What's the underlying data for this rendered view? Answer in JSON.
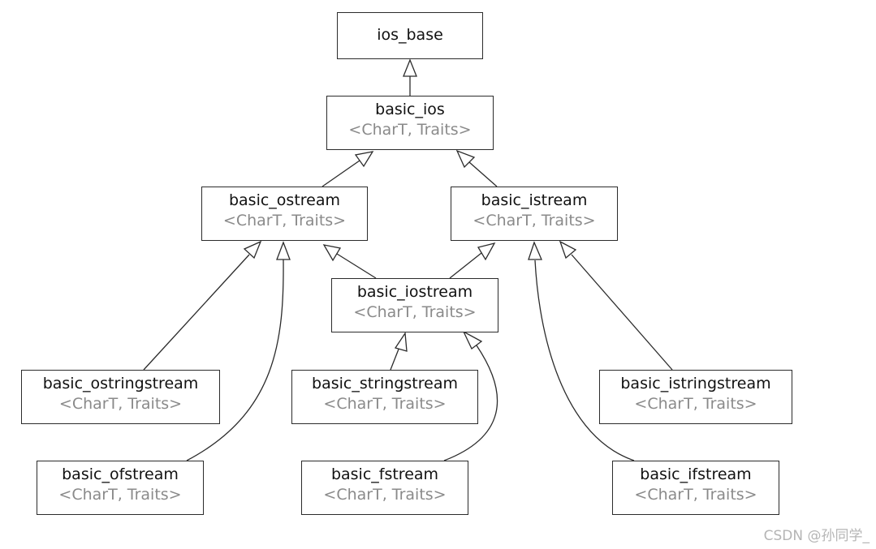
{
  "nodes": {
    "ios_base": {
      "name": "ios_base"
    },
    "basic_ios": {
      "name": "basic_ios",
      "params": "<CharT, Traits>"
    },
    "basic_ostream": {
      "name": "basic_ostream",
      "params": "<CharT, Traits>"
    },
    "basic_istream": {
      "name": "basic_istream",
      "params": "<CharT, Traits>"
    },
    "basic_iostream": {
      "name": "basic_iostream",
      "params": "<CharT, Traits>"
    },
    "basic_ostringstream": {
      "name": "basic_ostringstream",
      "params": "<CharT, Traits>"
    },
    "basic_stringstream": {
      "name": "basic_stringstream",
      "params": "<CharT, Traits>"
    },
    "basic_istringstream": {
      "name": "basic_istringstream",
      "params": "<CharT, Traits>"
    },
    "basic_ofstream": {
      "name": "basic_ofstream",
      "params": "<CharT, Traits>"
    },
    "basic_fstream": {
      "name": "basic_fstream",
      "params": "<CharT, Traits>"
    },
    "basic_ifstream": {
      "name": "basic_ifstream",
      "params": "<CharT, Traits>"
    }
  },
  "edges": [
    {
      "from": "basic_ios",
      "to": "ios_base",
      "kind": "inheritance"
    },
    {
      "from": "basic_ostream",
      "to": "basic_ios",
      "kind": "inheritance"
    },
    {
      "from": "basic_istream",
      "to": "basic_ios",
      "kind": "inheritance"
    },
    {
      "from": "basic_iostream",
      "to": "basic_ostream",
      "kind": "inheritance"
    },
    {
      "from": "basic_iostream",
      "to": "basic_istream",
      "kind": "inheritance"
    },
    {
      "from": "basic_ostringstream",
      "to": "basic_ostream",
      "kind": "inheritance"
    },
    {
      "from": "basic_ofstream",
      "to": "basic_ostream",
      "kind": "inheritance"
    },
    {
      "from": "basic_stringstream",
      "to": "basic_iostream",
      "kind": "inheritance"
    },
    {
      "from": "basic_fstream",
      "to": "basic_iostream",
      "kind": "inheritance"
    },
    {
      "from": "basic_istringstream",
      "to": "basic_istream",
      "kind": "inheritance"
    },
    {
      "from": "basic_ifstream",
      "to": "basic_istream",
      "kind": "inheritance"
    }
  ],
  "watermark": "CSDN @孙同学_"
}
